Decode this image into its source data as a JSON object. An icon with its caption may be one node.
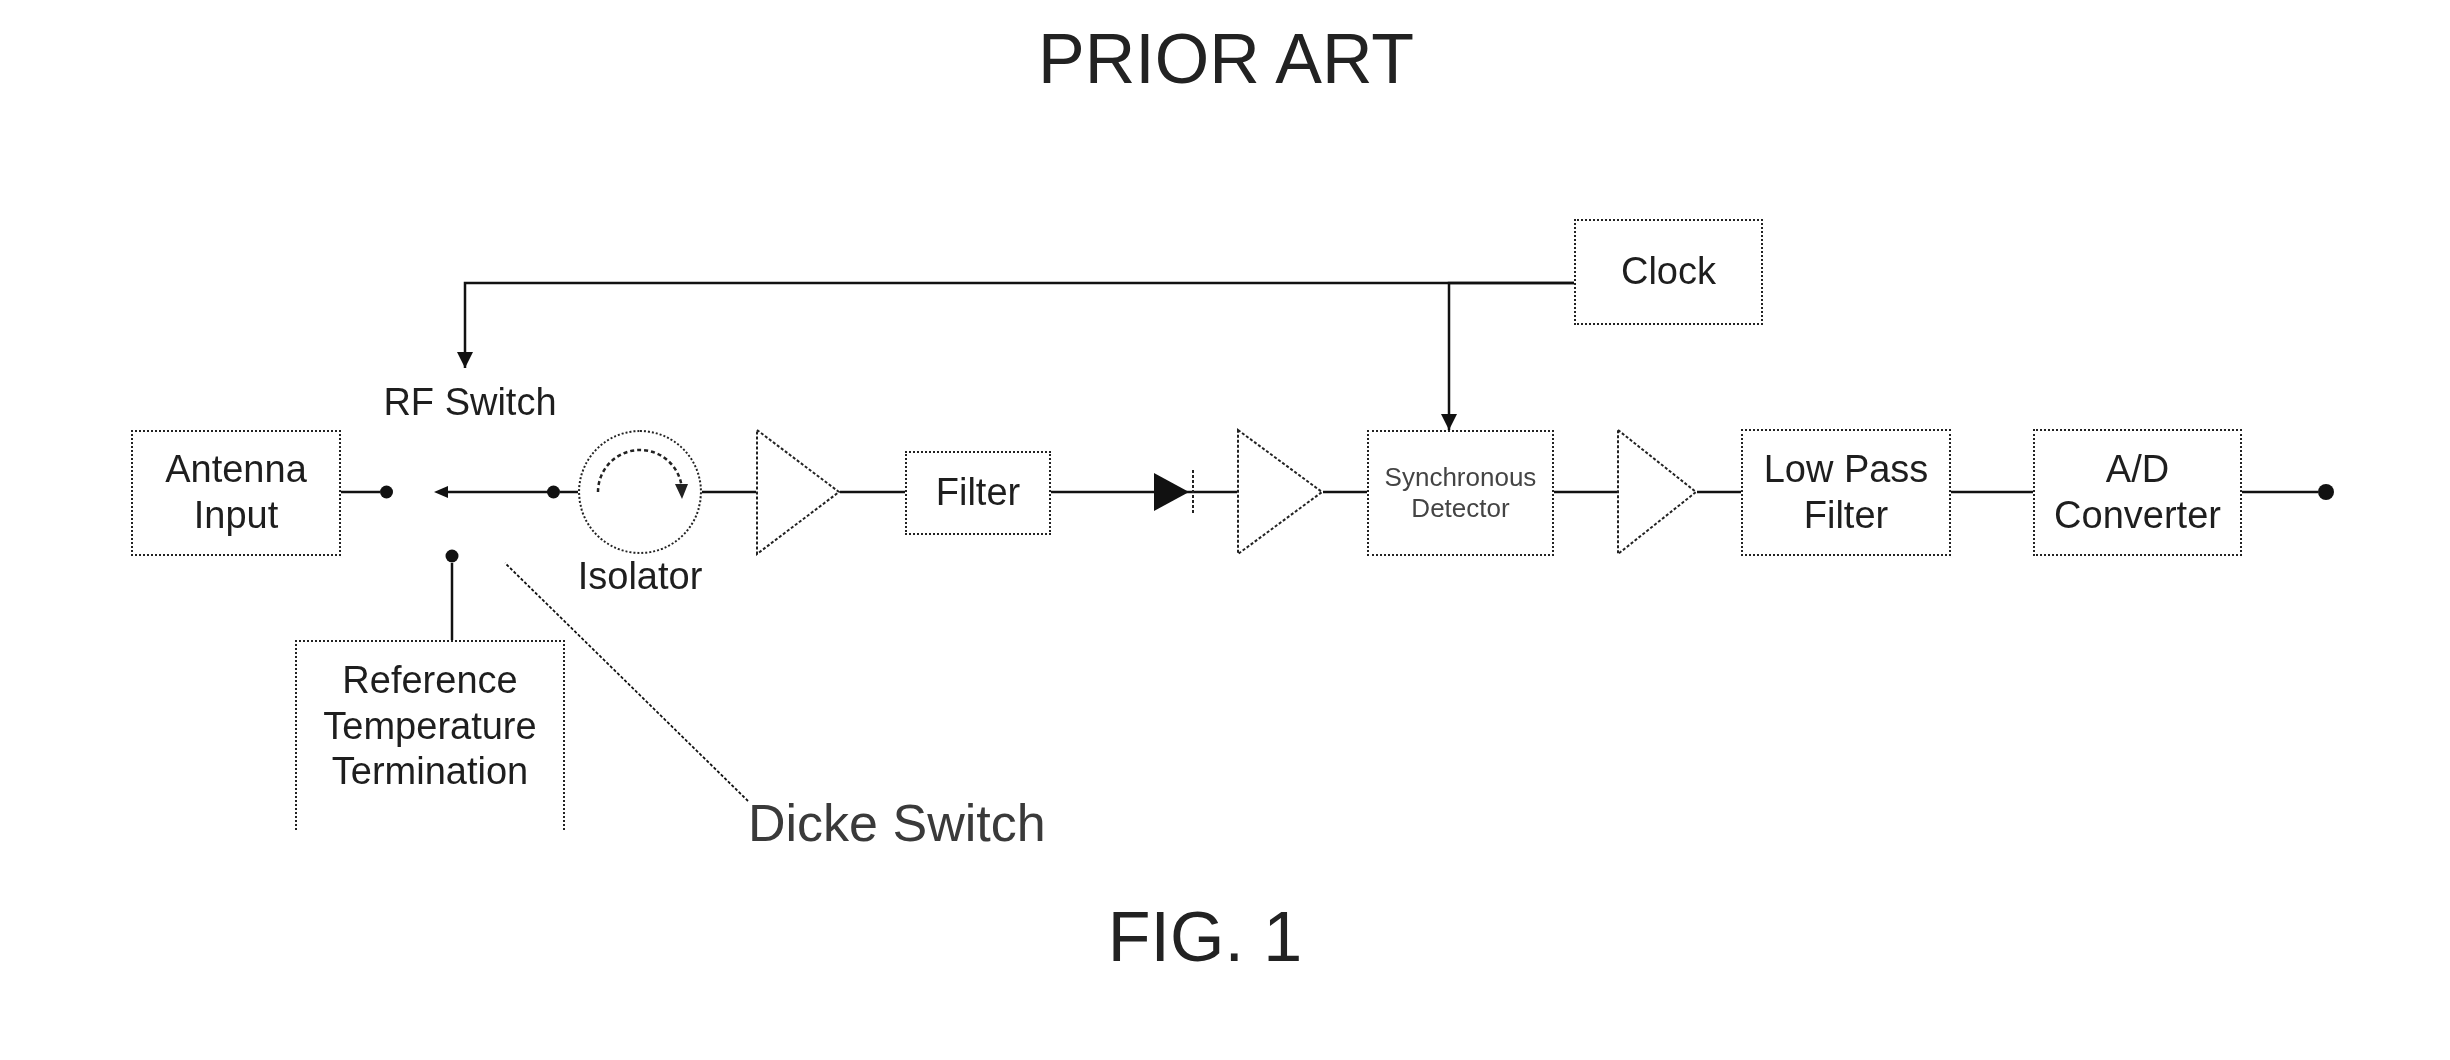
{
  "diagram": {
    "title": "PRIOR ART",
    "caption": "FIG. 1",
    "nodes": [
      {
        "text": [
          "Antenna Input"
        ]
      },
      {
        "text": [
          "RF Switch"
        ]
      },
      {
        "text": [],
        "shape": "circle",
        "beside": [
          "Isolator"
        ]
      },
      {
        "text": [],
        "shape": "triangle"
      },
      {
        "text": [
          "Filter"
        ]
      },
      {
        "text": [],
        "shape": "diode"
      },
      {
        "text": [],
        "shape": "triangle"
      },
      {
        "text": [
          "Synchronous Detector"
        ]
      },
      {
        "text": [],
        "shape": "triangle"
      },
      {
        "text": [
          "Low Pass Filter"
        ]
      },
      {
        "text": [
          "A/D Converter"
        ]
      },
      {
        "text": [],
        "shape": "dot"
      },
      {
        "text": [
          "Clock"
        ]
      },
      {
        "text": [
          "Reference Temperature Termination"
        ]
      },
      {
        "text": [
          "Dicke Switch"
        ]
      }
    ],
    "edges": [
      {
        "from": 0,
        "to": 1,
        "arrow": "none"
      },
      {
        "from": 1,
        "to": 2,
        "arrow": "none"
      },
      {
        "from": 2,
        "to": 3,
        "arrow": "none"
      },
      {
        "from": 3,
        "to": 4,
        "arrow": "none"
      },
      {
        "from": 4,
        "to": 5,
        "arrow": "none"
      },
      {
        "from": 5,
        "to": 6,
        "arrow": "none"
      },
      {
        "from": 6,
        "to": 7,
        "arrow": "none"
      },
      {
        "from": 7,
        "to": 8,
        "arrow": "none"
      },
      {
        "from": 8,
        "to": 9,
        "arrow": "none"
      },
      {
        "from": 9,
        "to": 10,
        "arrow": "none"
      },
      {
        "from": 10,
        "to": 11,
        "arrow": "none"
      },
      {
        "from": 12,
        "to": 7,
        "arrow": "to"
      },
      {
        "from": 12,
        "to": 1,
        "arrow": "to"
      },
      {
        "from": 1,
        "to": 13,
        "arrow": "none"
      },
      {
        "from": 14,
        "to": 1,
        "arrow": "none",
        "style": "dashed"
      }
    ]
  }
}
